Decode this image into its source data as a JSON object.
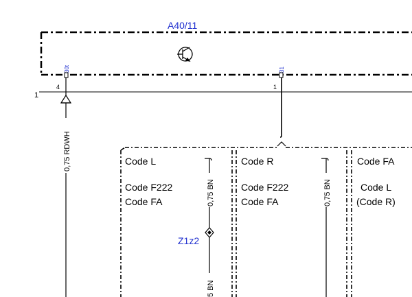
{
  "component": {
    "id": "A40/11",
    "pins": [
      {
        "label": "30t",
        "number": "4"
      },
      {
        "label": "31",
        "number": "1"
      }
    ]
  },
  "frame_marker": "1",
  "wires": {
    "left_main": "0,75 RDWH",
    "branch_1": "0,75 BN",
    "branch_2": "0,75 BN",
    "branch_1_lower": "5 BN"
  },
  "connector": "Z1z2",
  "columns": [
    {
      "lines": [
        "Code L",
        "Code F222",
        "Code FA"
      ]
    },
    {
      "lines": [
        "Code R",
        "Code F222",
        "Code FA"
      ]
    },
    {
      "lines": [
        "Code FA",
        "Code L",
        "(Code R)"
      ]
    }
  ],
  "colors": {
    "line": "#000000",
    "label_blue": "#1f2fcf"
  }
}
